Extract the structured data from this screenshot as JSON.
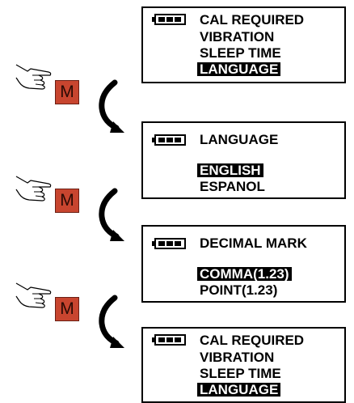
{
  "panels": [
    {
      "lines": [
        {
          "text": "CAL REQUIRED",
          "highlight": false
        },
        {
          "text": "VIBRATION",
          "highlight": false
        },
        {
          "text": "SLEEP TIME",
          "highlight": false
        },
        {
          "text": "LANGUAGE",
          "highlight": true
        }
      ]
    },
    {
      "lines": [
        {
          "text": "LANGUAGE",
          "highlight": false
        },
        {
          "text": "ENGLISH",
          "highlight": true
        },
        {
          "text": "ESPANOL",
          "highlight": false
        }
      ]
    },
    {
      "lines": [
        {
          "text": "DECIMAL MARK",
          "highlight": false
        },
        {
          "text": "COMMA(1.23)",
          "highlight": true
        },
        {
          "text": "POINT(1.23)",
          "highlight": false
        }
      ]
    },
    {
      "lines": [
        {
          "text": "CAL REQUIRED",
          "highlight": false
        },
        {
          "text": "VIBRATION",
          "highlight": false
        },
        {
          "text": "SLEEP TIME",
          "highlight": false
        },
        {
          "text": "LANGUAGE",
          "highlight": true
        }
      ]
    }
  ],
  "button_label": "M",
  "colors": {
    "button": "#c8452f",
    "display_fg": "#000000",
    "highlight_bg": "#000000"
  },
  "icons": [
    "battery-icon",
    "pointing-hand-icon",
    "curved-arrow-icon"
  ]
}
